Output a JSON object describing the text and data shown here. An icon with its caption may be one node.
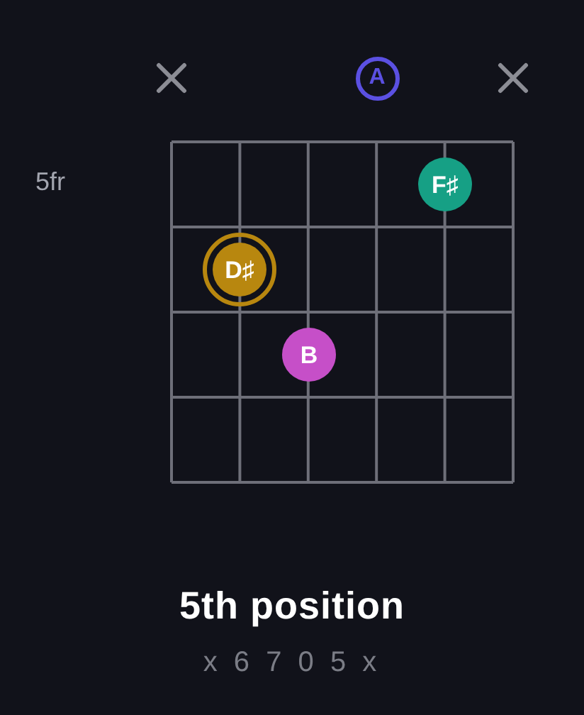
{
  "diagram": {
    "title": "5th position",
    "caption": "x 6 7 0 5 x",
    "nodes": [
      {
        "text": [
          "A"
        ]
      },
      {
        "text": [
          "F♯"
        ]
      },
      {
        "text": [
          "D♯"
        ]
      },
      {
        "text": [
          "B"
        ]
      }
    ],
    "labels": [
      "5fr"
    ]
  }
}
